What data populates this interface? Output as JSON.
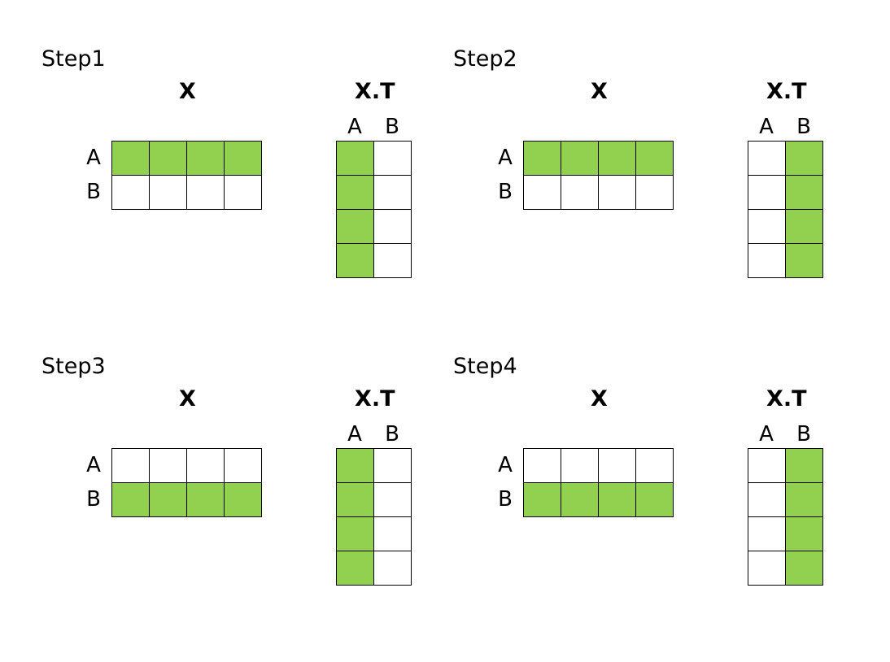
{
  "colors": {
    "highlight": "#92d050",
    "empty": "#ffffff",
    "border": "#000000"
  },
  "panels": [
    {
      "step": "Step1",
      "x_title": "X",
      "xt_title": "X.T",
      "row_labels": [
        "A",
        "B"
      ],
      "col_labels": [
        "A",
        "B"
      ],
      "x_highlight_row": 0,
      "xt_highlight_col": 0
    },
    {
      "step": "Step2",
      "x_title": "X",
      "xt_title": "X.T",
      "row_labels": [
        "A",
        "B"
      ],
      "col_labels": [
        "A",
        "B"
      ],
      "x_highlight_row": 0,
      "xt_highlight_col": 1
    },
    {
      "step": "Step3",
      "x_title": "X",
      "xt_title": "X.T",
      "row_labels": [
        "A",
        "B"
      ],
      "col_labels": [
        "A",
        "B"
      ],
      "x_highlight_row": 1,
      "xt_highlight_col": 0
    },
    {
      "step": "Step4",
      "x_title": "X",
      "xt_title": "X.T",
      "row_labels": [
        "A",
        "B"
      ],
      "col_labels": [
        "A",
        "B"
      ],
      "x_highlight_row": 1,
      "xt_highlight_col": 1
    }
  ]
}
